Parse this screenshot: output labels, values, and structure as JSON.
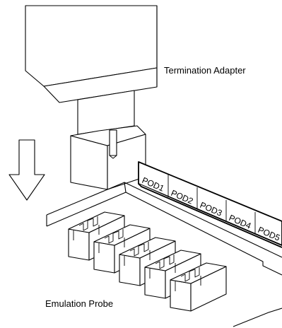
{
  "labels": {
    "termination_adapter": "Termination Adapter",
    "emulation_probe": "Emulation Probe"
  },
  "pods": [
    "POD1",
    "POD2",
    "POD3",
    "POD4",
    "POD5"
  ],
  "colors": {
    "stroke": "#000000",
    "background": "#ffffff"
  },
  "icons": {
    "arrow": "down-arrow-icon"
  }
}
